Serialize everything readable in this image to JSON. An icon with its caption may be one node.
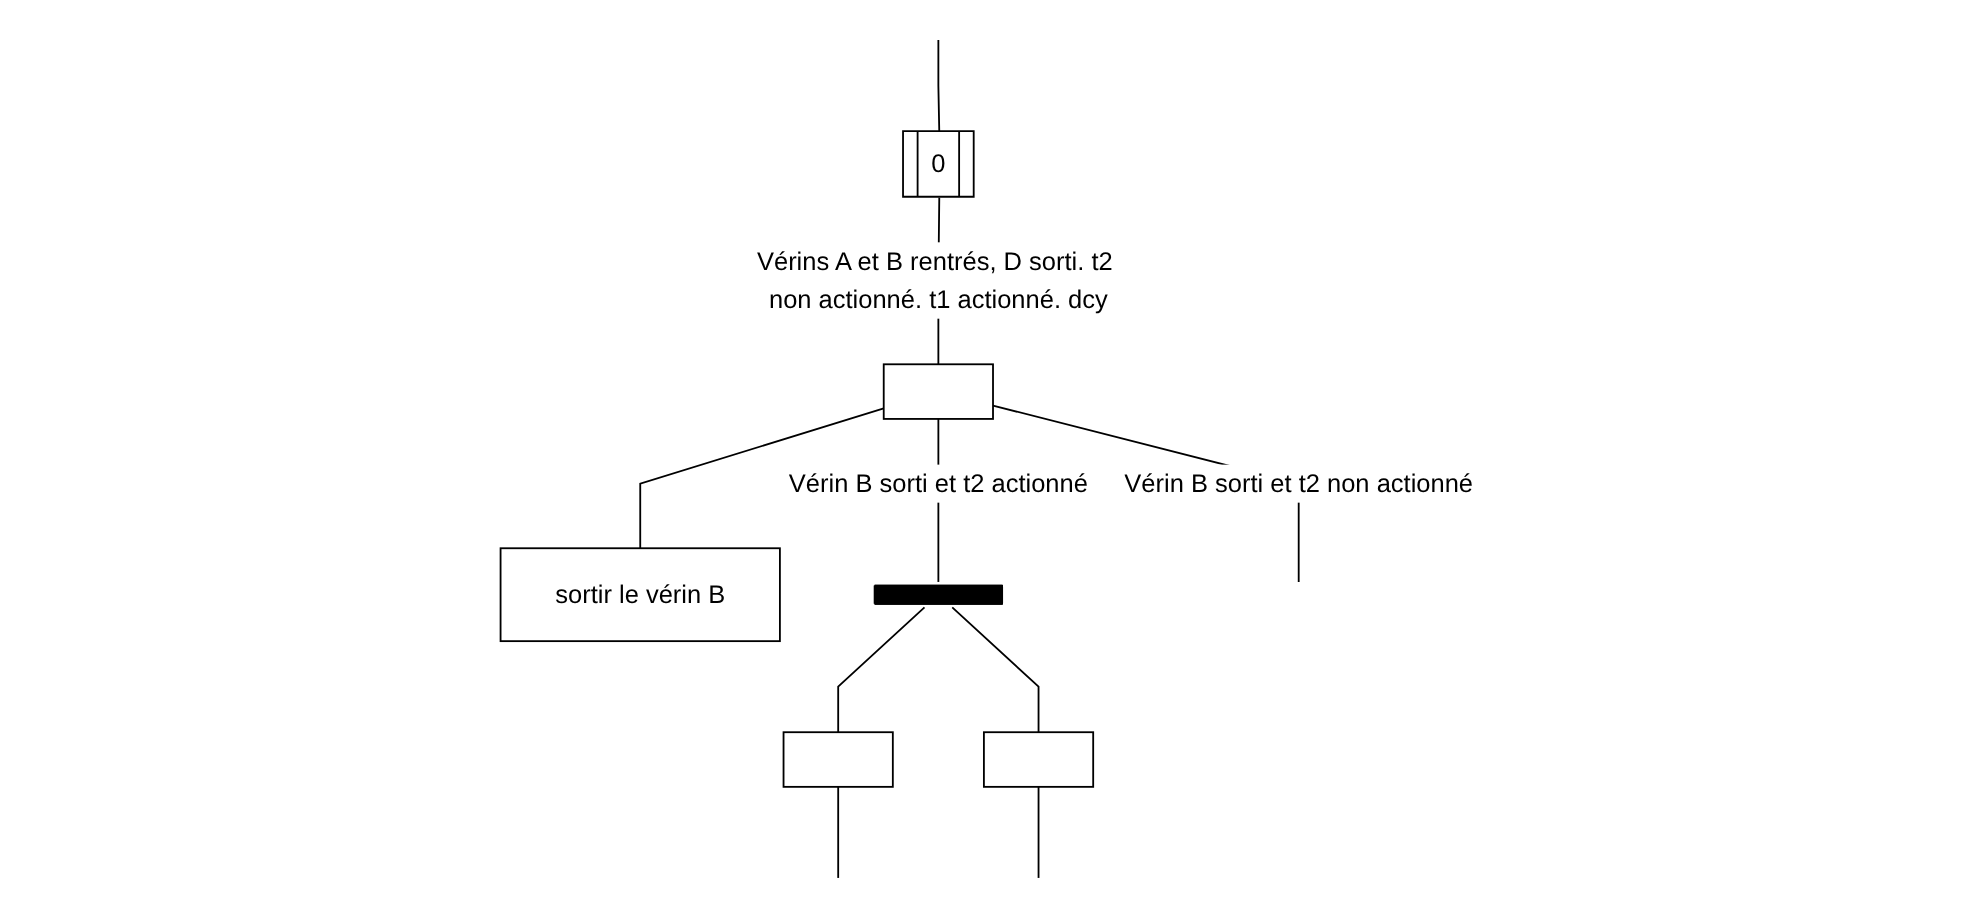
{
  "diagram": {
    "nodes": [
      {
        "text": [
          "0"
        ]
      },
      {
        "text": [],
        "shape": "box"
      },
      {
        "text": [
          "sortir le vérin B"
        ]
      },
      {
        "text": [],
        "shape": "bar"
      },
      {
        "text": [],
        "shape": "box"
      },
      {
        "text": [],
        "shape": "box"
      }
    ],
    "edges": [
      {
        "from": null,
        "to": 0,
        "arrow": "none"
      },
      {
        "from": 0,
        "to": 1,
        "arrow": "none",
        "label": "Vérins A et B rentrés, D sorti. t2 non actionné. t1 actionné. dcy"
      },
      {
        "from": 1,
        "to": 2,
        "arrow": "none"
      },
      {
        "from": 1,
        "to": null,
        "arrow": "none",
        "label": "Vérin B sorti et t2 non actionné"
      },
      {
        "from": 1,
        "to": 3,
        "arrow": "none",
        "label": "Vérin B sorti et t2 actionné"
      },
      {
        "from": 3,
        "to": 4,
        "arrow": "none"
      },
      {
        "from": 3,
        "to": 5,
        "arrow": "none"
      },
      {
        "from": 4,
        "to": null,
        "arrow": "none"
      },
      {
        "from": 5,
        "to": null,
        "arrow": "none"
      }
    ]
  }
}
